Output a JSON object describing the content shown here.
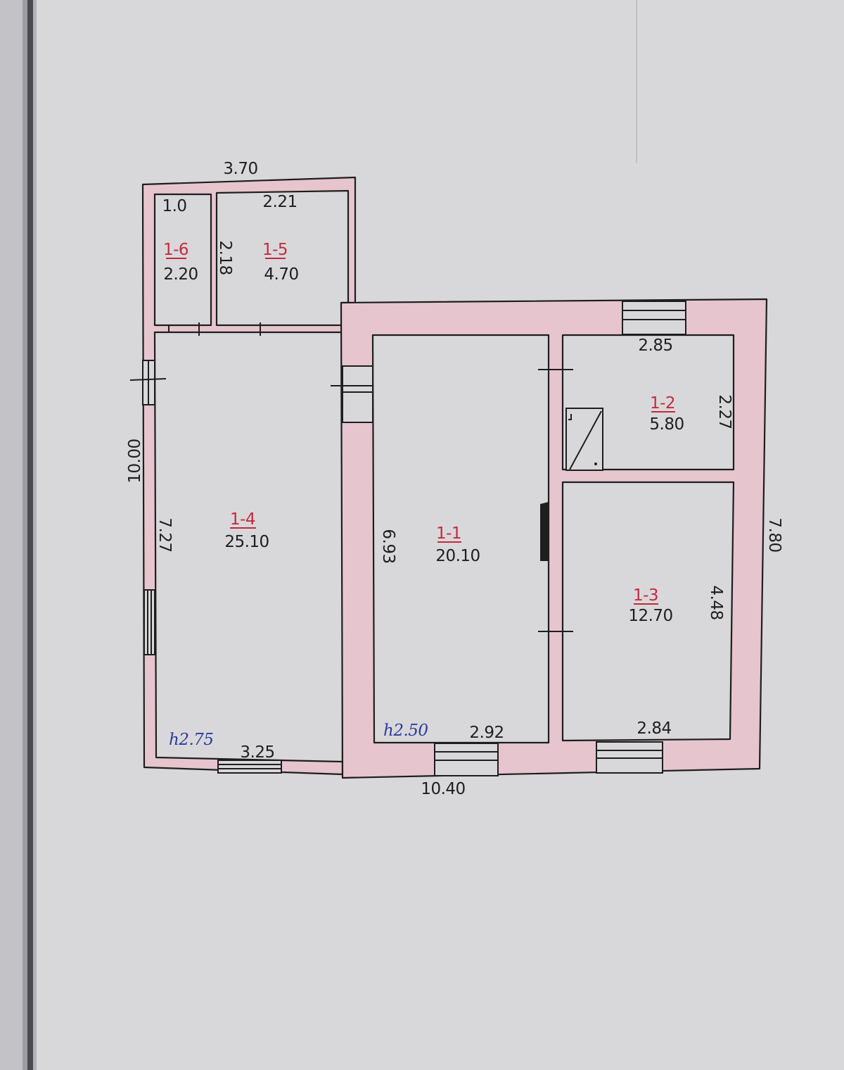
{
  "plan": {
    "dimensions": {
      "annex_width_top": "3.70",
      "room_1_6_top": "1.0",
      "room_1_5_top": "2.21",
      "annex_top_rooms_depth": "2.18",
      "annex_total_length": "10.00",
      "room_1_4_length": "7.27",
      "room_1_4_bottom": "3.25",
      "room_1_1_length": "6.93",
      "room_1_1_bottom": "2.92",
      "room_1_2_top": "2.85",
      "room_1_2_length": "2.27",
      "room_1_3_length": "4.48",
      "room_1_3_bottom": "2.84",
      "main_depth": "7.80",
      "overall_width": "10.40"
    },
    "rooms": {
      "r1_1": {
        "number": "1-1",
        "area": "20.10"
      },
      "r1_2": {
        "number": "1-2",
        "area": "5.80"
      },
      "r1_3": {
        "number": "1-3",
        "area": "12.70"
      },
      "r1_4": {
        "number": "1-4",
        "area": "25.10"
      },
      "r1_5": {
        "number": "1-5",
        "area": "4.70"
      },
      "r1_6": {
        "number": "1-6",
        "area": "2.20"
      }
    },
    "heights": {
      "annex": "h2.75",
      "main": "h2.50"
    }
  },
  "colors": {
    "paper": "#d8d8da",
    "wall": "#e6c5ce",
    "ink": "#1e1e1e",
    "red": "#c42a3c",
    "blue": "#2d3a9c",
    "binder": "#c3c3c7",
    "binder-dark": "#4a4a50"
  }
}
